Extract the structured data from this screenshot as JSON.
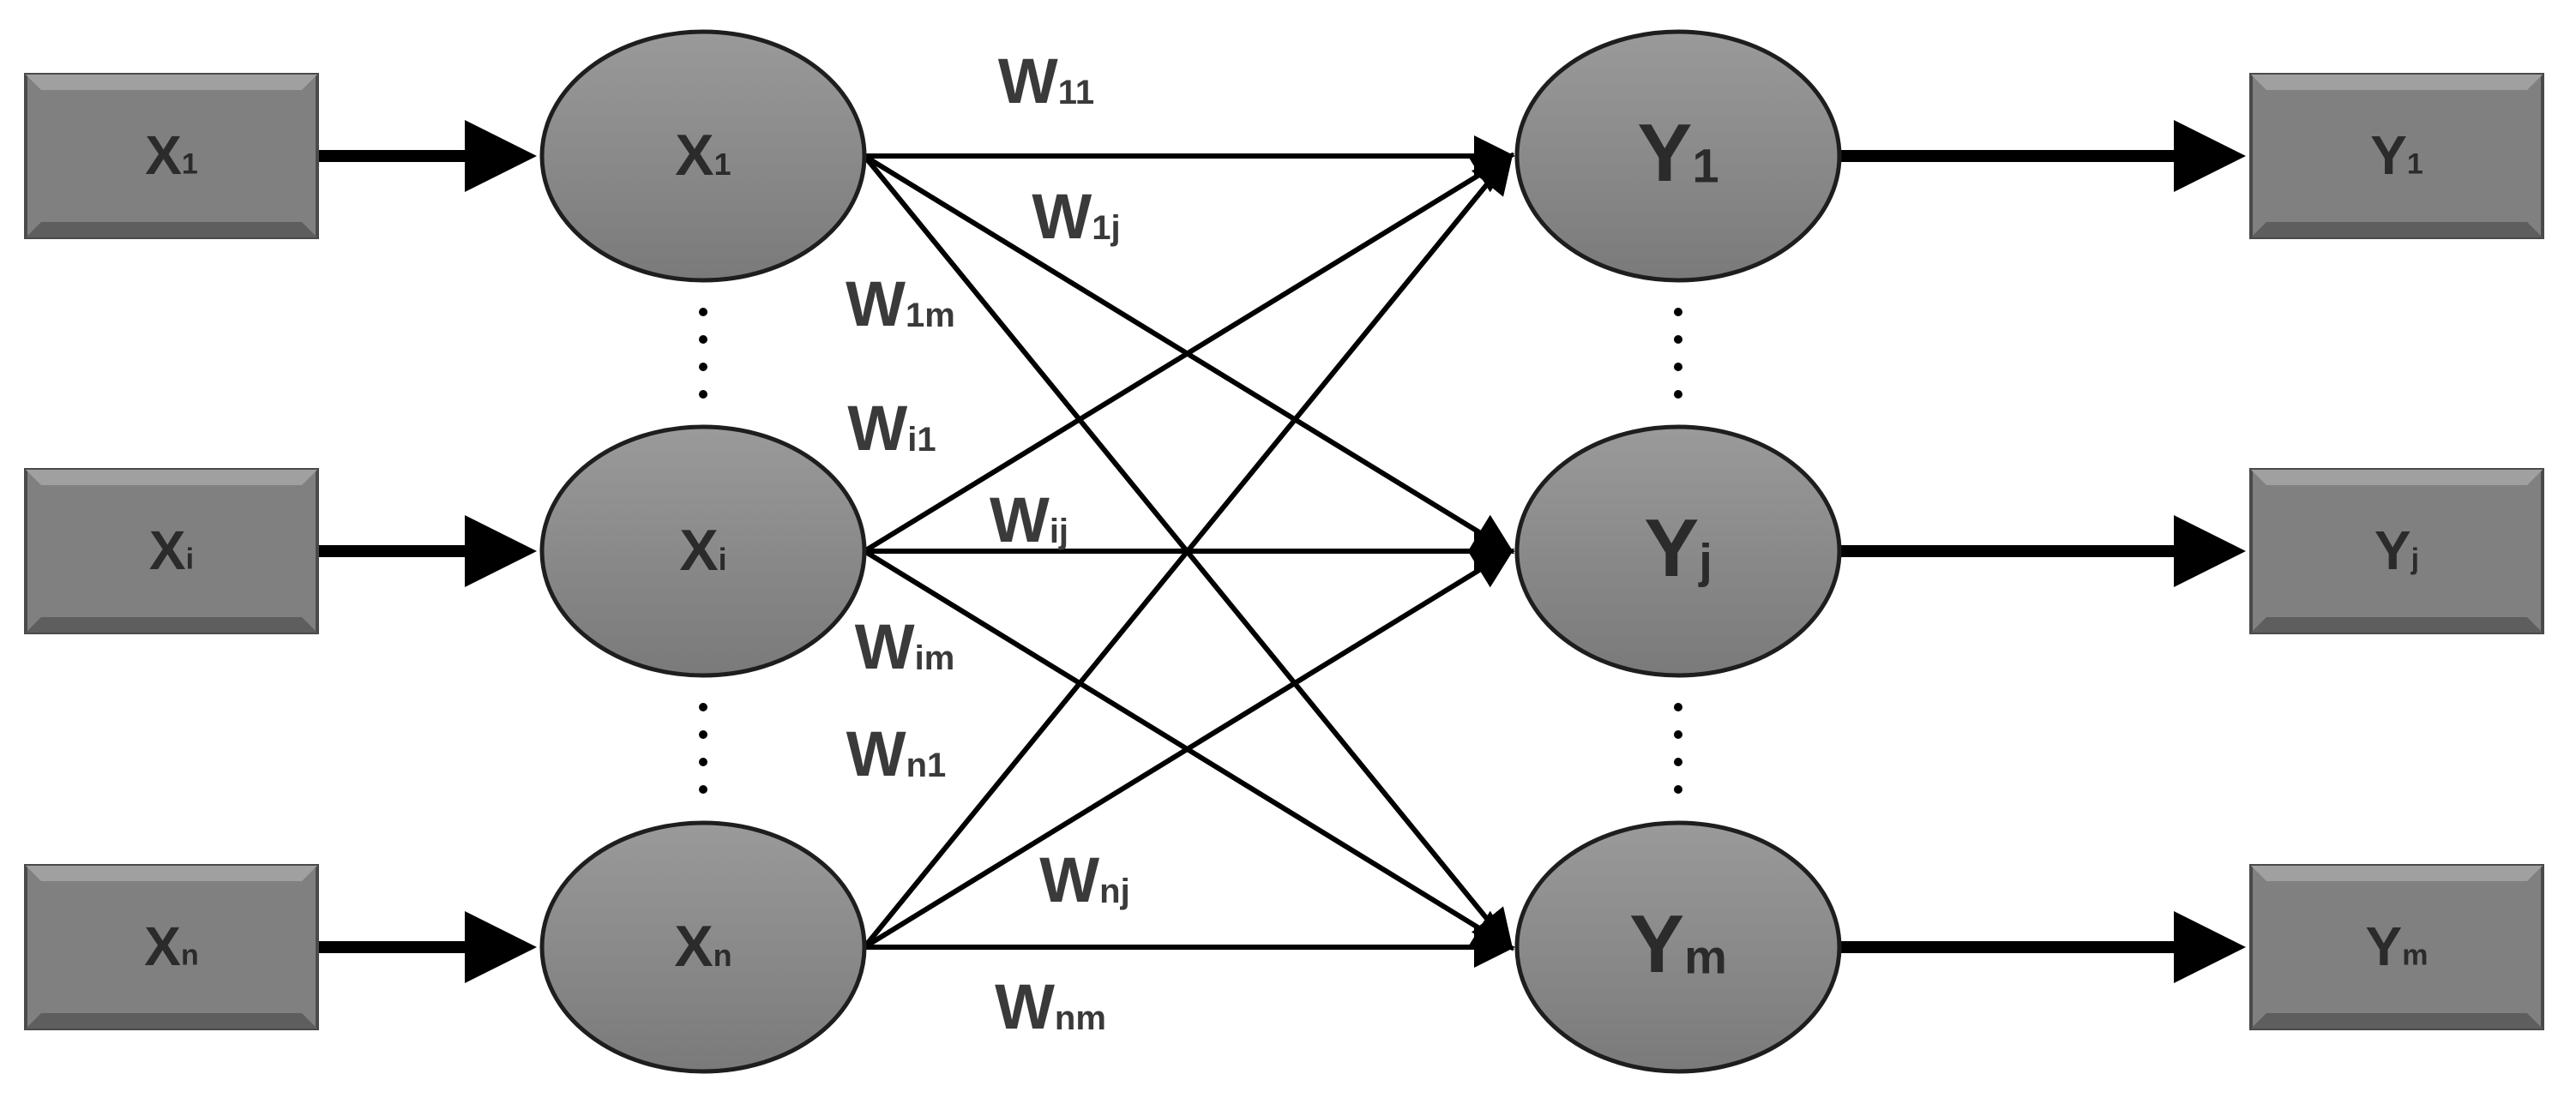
{
  "colors": {
    "node_fill": "#8c8c8c",
    "box_fill": "#808080",
    "stroke": "#000000",
    "text": "#2b2b2b"
  },
  "input_boxes": [
    {
      "main": "X",
      "sub": "1"
    },
    {
      "main": "X",
      "sub": "i"
    },
    {
      "main": "X",
      "sub": "n"
    }
  ],
  "input_nodes": [
    {
      "main": "X",
      "sub": "1"
    },
    {
      "main": "X",
      "sub": "i"
    },
    {
      "main": "X",
      "sub": "n"
    }
  ],
  "output_nodes": [
    {
      "main": "Y",
      "sub": "1"
    },
    {
      "main": "Y",
      "sub": "j"
    },
    {
      "main": "Y",
      "sub": "m"
    }
  ],
  "output_boxes": [
    {
      "main": "Y",
      "sub": "1"
    },
    {
      "main": "Y",
      "sub": "j"
    },
    {
      "main": "Y",
      "sub": "m"
    }
  ],
  "ellipsis": "⋮",
  "weights": [
    {
      "main": "W",
      "sub": "11",
      "from": 0,
      "to": 0
    },
    {
      "main": "W",
      "sub": "1j",
      "from": 0,
      "to": 1
    },
    {
      "main": "W",
      "sub": "1m",
      "from": 0,
      "to": 2
    },
    {
      "main": "W",
      "sub": "i1",
      "from": 1,
      "to": 0
    },
    {
      "main": "W",
      "sub": "ij",
      "from": 1,
      "to": 1
    },
    {
      "main": "W",
      "sub": "im",
      "from": 1,
      "to": 2
    },
    {
      "main": "W",
      "sub": "n1",
      "from": 2,
      "to": 0
    },
    {
      "main": "W",
      "sub": "nj",
      "from": 2,
      "to": 1
    },
    {
      "main": "W",
      "sub": "nm",
      "from": 2,
      "to": 2
    }
  ]
}
